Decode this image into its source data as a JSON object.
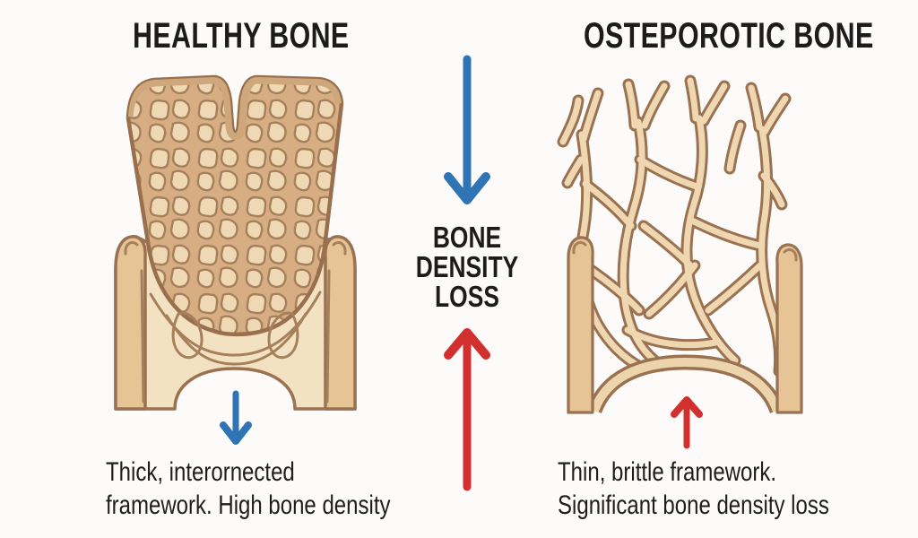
{
  "header": {
    "left_title": "HEALTHY BONE",
    "right_title": "OSTEPOROTIC BONE"
  },
  "center": {
    "label": "BONE\nDENSITY\nLOSS"
  },
  "captions": {
    "left": "Thick, interornected\nframework. High bone density",
    "right": "Thin, brittle framework.\nSignificant bone density loss"
  },
  "arrows": {
    "center_down": {
      "icon": "down-arrow-icon",
      "direction": "down",
      "color": "#2f74b5"
    },
    "center_up": {
      "icon": "up-arrow-icon",
      "direction": "up",
      "color": "#d22f2f"
    },
    "healthy_bone_down": {
      "icon": "down-arrow-icon",
      "direction": "down",
      "color": "#2f74b5"
    },
    "osteoporotic_bone_up": {
      "icon": "up-arrow-icon",
      "direction": "up",
      "color": "#d22f2f"
    }
  },
  "colors": {
    "background": "#fcfbf9",
    "text": "#1c1c1c",
    "arrow_blue": "#2f74b5",
    "arrow_red": "#d22f2f",
    "bone_outline": "#9a7251",
    "bone_cell_fill": "#eed9b4",
    "bone_matrix": "#d7ae84",
    "bone_cortex_cream": "#f3e2c1",
    "bone_wall_tan": "#e6c496",
    "bone_top_band": "#cfa77d"
  }
}
